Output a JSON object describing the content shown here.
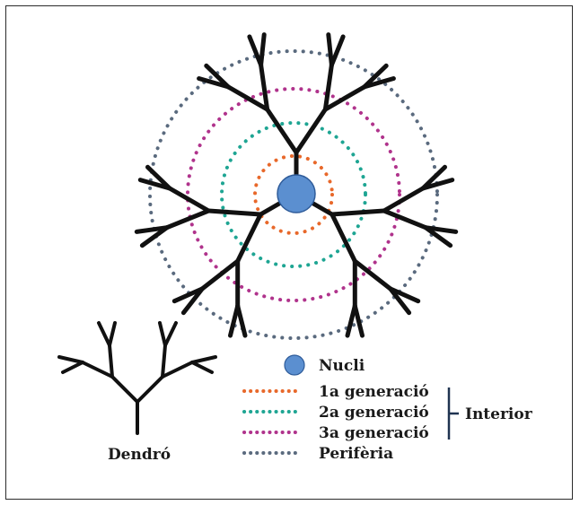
{
  "diagram": {
    "rings": [
      {
        "key": "generation1",
        "color": "#e8682a"
      },
      {
        "key": "generation2",
        "color": "#1ea593"
      },
      {
        "key": "generation3",
        "color": "#b0338c"
      },
      {
        "key": "periphery",
        "color": "#5a6a7e"
      }
    ],
    "core_color": "#5b8fd0",
    "branch_color": "#111111",
    "legend": {
      "items": [
        {
          "label": "Nucli",
          "symbol": "core-circle",
          "color": "#5b8fd0"
        },
        {
          "label": "1a generació",
          "symbol": "dotted-line",
          "color": "#e8682a"
        },
        {
          "label": "2a generació",
          "symbol": "dotted-line",
          "color": "#1ea593"
        },
        {
          "label": "3a generació",
          "symbol": "dotted-line",
          "color": "#b0338c"
        },
        {
          "label": "Perifèria",
          "symbol": "dotted-line",
          "color": "#5a6a7e"
        }
      ],
      "bracket_label": "Interior"
    },
    "dendron_label": "Dendró"
  }
}
